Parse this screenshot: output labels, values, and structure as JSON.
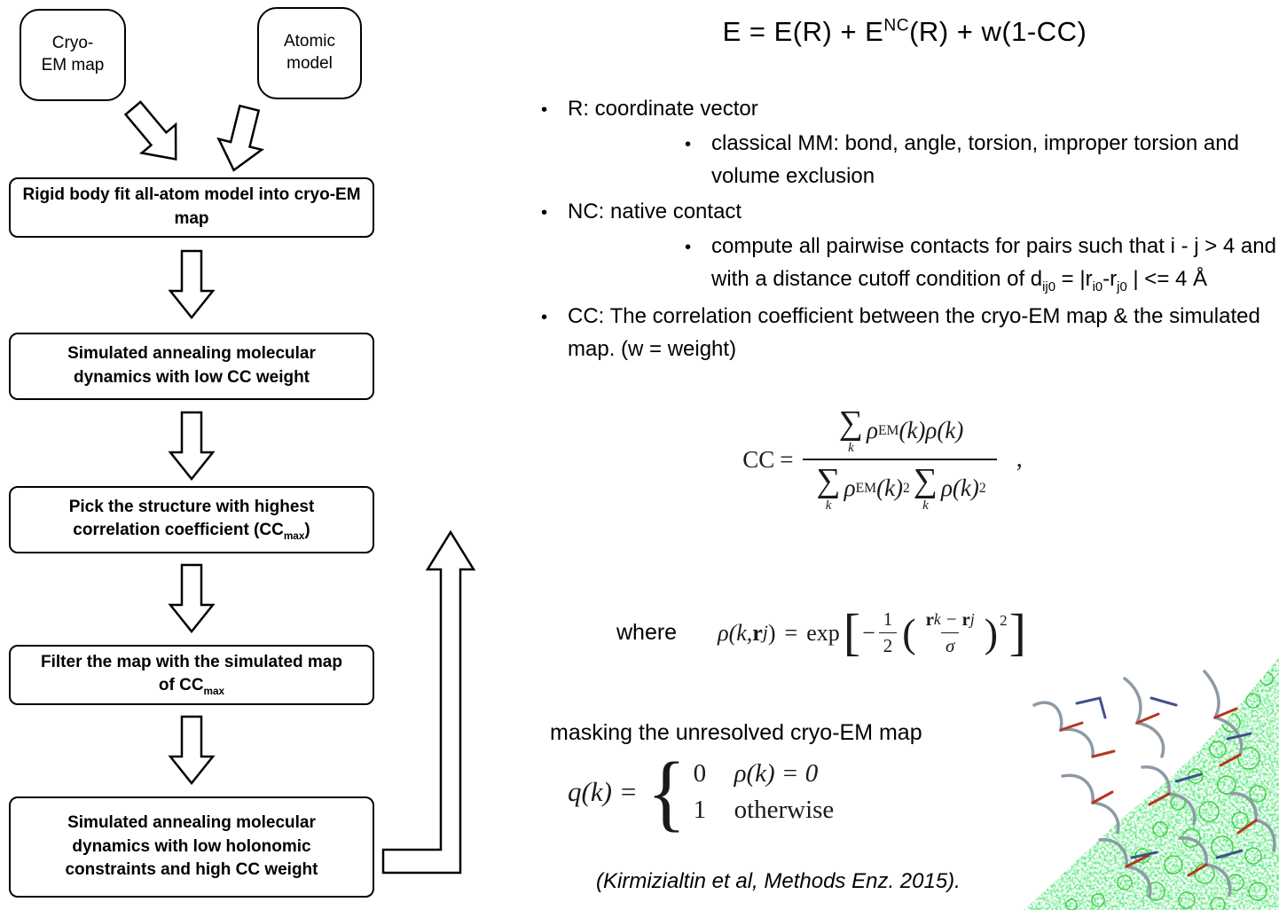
{
  "flowchart": {
    "inputs": [
      {
        "line1": "Cryo-",
        "line2": "EM map"
      },
      {
        "line1": "Atomic",
        "line2": "model"
      }
    ],
    "steps": [
      {
        "text": "Rigid body fit all-atom model into cryo-EM map"
      },
      {
        "text": "Simulated annealing molecular dynamics with low CC weight"
      },
      {
        "pre": "Pick the structure with highest correlation coefficient (CC",
        "sub": "max",
        "post": ")"
      },
      {
        "pre": "Filter the map with the simulated map of CC",
        "sub": "max",
        "post": ""
      },
      {
        "text": "Simulated annealing molecular dynamics with low holonomic constraints and high CC weight"
      }
    ]
  },
  "right": {
    "energy_eq": {
      "p1": "E = E(R) + E",
      "sup": "NC",
      "p2": "(R) + w(1-CC)"
    },
    "bullets": {
      "r_vector": "R: coordinate vector",
      "classical_mm": "classical MM: bond, angle, torsion, improper torsion and volume exclusion",
      "nc": "NC: native contact",
      "pairwise": {
        "s1": "compute all pairwise contacts for pairs such that i - j > 4 and with a distance cutoff condition of d",
        "sub1": "ij0",
        "s2": " = |r",
        "sub2": "i0",
        "s3": "-r",
        "sub3": "j0",
        "s4": " | <= 4 Å"
      },
      "cc": "CC: The correlation coefficient between the cryo-EM map & the simulated map. (w = weight)"
    },
    "cc_eq": {
      "lhs": "CC",
      "eq": "=",
      "sum": "∑",
      "k": "k",
      "rho": "ρ",
      "em": "EM",
      "paren_k": "(k)",
      "rho_k": "ρ(k)",
      "sq": "2",
      "comma": ","
    },
    "where_label": "where",
    "rho_eq": {
      "lhs1": "ρ(k, ",
      "vec_r": "r",
      "sub_j": "j",
      "sub_k": "k",
      "lhs2": ")",
      "eq": "=",
      "exp": "exp",
      "lbracket": "[",
      "minus": "−",
      "one": "1",
      "two": "2",
      "lparen": "(",
      "sigma": "σ",
      "rparen": ")",
      "sup2": "2",
      "rbracket": "]"
    },
    "masking": "masking the unresolved cryo-EM map",
    "q_eq": {
      "lhs": "q(k)",
      "eq": "=",
      "brace": "{",
      "rows": [
        {
          "value": "0",
          "cond": "ρ(k) = 0"
        },
        {
          "value": "1",
          "cond": "otherwise"
        }
      ]
    },
    "citation": "(Kirmizialtin et al, Methods Enz. 2015)."
  }
}
